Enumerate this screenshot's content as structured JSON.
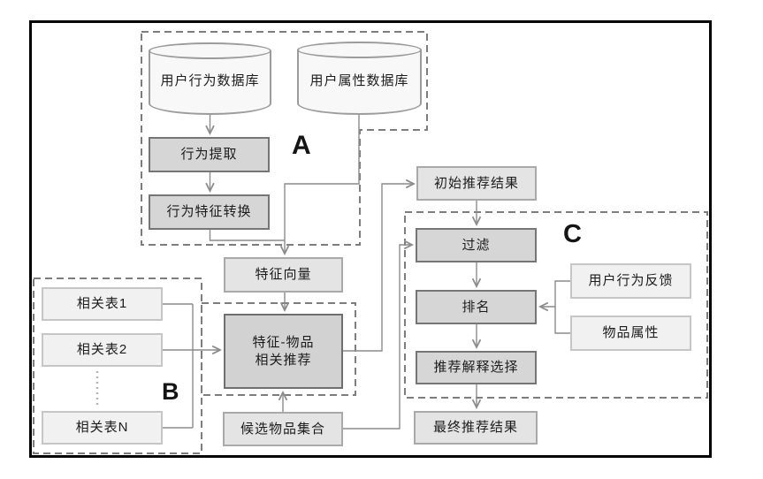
{
  "diagram": {
    "regions": {
      "a_label": "A",
      "b_label": "B",
      "c_label": "C"
    },
    "nodes": {
      "db_user_behavior": "用户行为数据库",
      "db_user_attribute": "用户属性数据库",
      "behavior_extraction": "行为提取",
      "behavior_feature_conversion": "行为特征转换",
      "feature_vector": "特征向量",
      "feature_item_line1": "特征-物品",
      "feature_item_line2": "相关推荐",
      "related_table_1": "相关表1",
      "related_table_2": "相关表2",
      "related_table_n": "相关表N",
      "candidate_item_set": "候选物品集合",
      "initial_results": "初始推荐结果",
      "filter": "过滤",
      "ranking": "排名",
      "explanation_selection": "推荐解释选择",
      "final_results": "最终推荐结果",
      "user_behavior_feedback": "用户行为反馈",
      "item_attributes": "物品属性"
    },
    "colors": {
      "box_dark_fill": "#d6d6d6",
      "box_dark_border": "#767676",
      "box_mid_fill": "#e4e4e4",
      "box_mid_border": "#a9a9a9",
      "box_light_fill": "#f1f1f1",
      "box_light_border": "#c6c6c6",
      "connector": "#8c8c8c",
      "dashed_region": "#7d7d7d",
      "frame": "#000000"
    }
  }
}
